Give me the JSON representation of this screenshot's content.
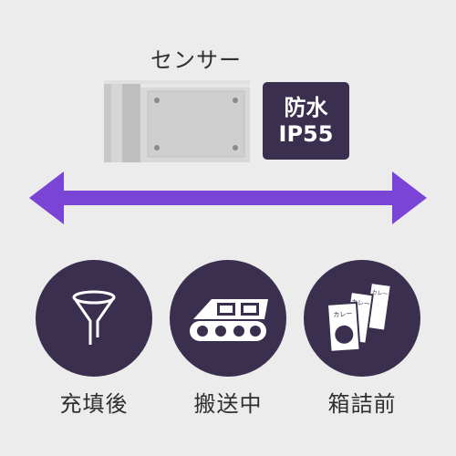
{
  "sensor": {
    "title": "センサー",
    "badge_line1": "防水",
    "badge_line2": "IP55"
  },
  "colors": {
    "background": "#ececec",
    "dark_purple": "#3b2f4f",
    "arrow_purple": "#7a45d6",
    "text": "#2f2f2f"
  },
  "arrow": {
    "icon": "double-headed-arrow"
  },
  "steps": [
    {
      "label": "充填後",
      "icon": "funnel-icon"
    },
    {
      "label": "搬送中",
      "icon": "conveyor-icon"
    },
    {
      "label": "箱詰前",
      "icon": "boxes-icon",
      "box_label": "カレー"
    }
  ]
}
